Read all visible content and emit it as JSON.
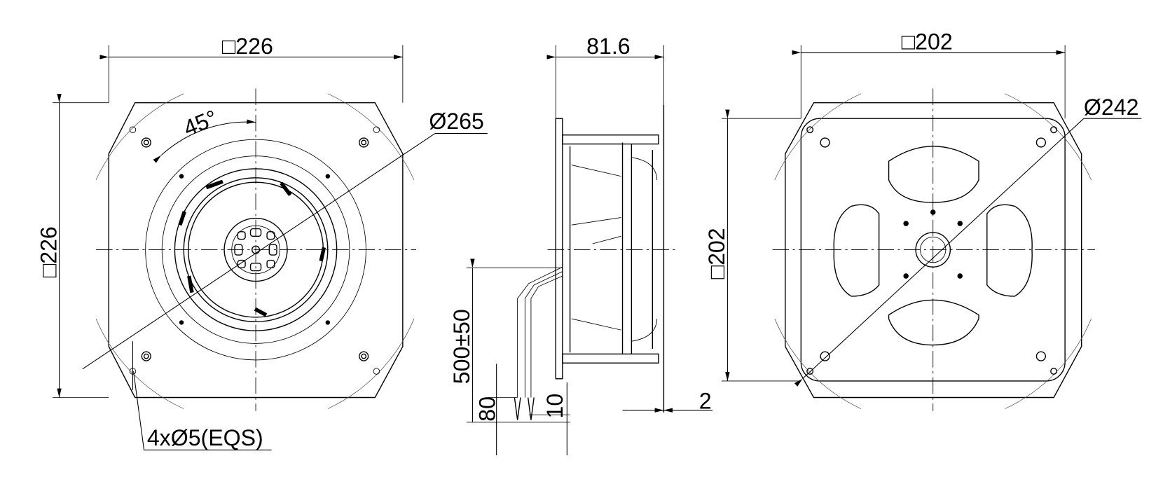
{
  "title": "Centrifugal fan dimensional drawing",
  "views": {
    "front": {
      "width_label": "□226",
      "height_label": "□226",
      "angle_label": "45°",
      "diameter_label": "Ø265",
      "holes_label": "4xØ5(EQS)"
    },
    "side": {
      "depth_label": "81.6",
      "cable_length_label": "500±50",
      "strip_label_1": "80",
      "strip_label_2": "10",
      "flange_label": "2"
    },
    "rear": {
      "width_label": "□202",
      "height_label": "□202",
      "diameter_label": "Ø242"
    }
  }
}
